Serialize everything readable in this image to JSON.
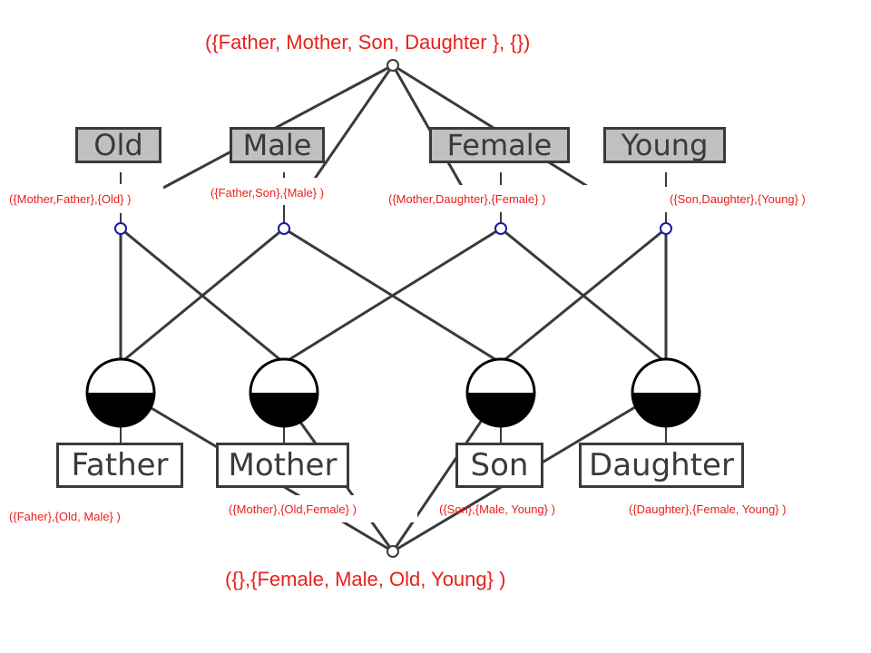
{
  "top_concept": {
    "label": "({Father, Mother, Son, Daughter },  {})"
  },
  "bottom_concept": {
    "label": "({},{Female, Male, Old, Young} )"
  },
  "attributes": [
    {
      "name": "Old",
      "extent_label": "({Mother,Father},{Old} )"
    },
    {
      "name": "Male",
      "extent_label": "({Father,Son},{Male} )"
    },
    {
      "name": "Female",
      "extent_label": "({Mother,Daughter},{Female} )"
    },
    {
      "name": "Young",
      "extent_label": "({Son,Daughter},{Young} )"
    }
  ],
  "objects": [
    {
      "name": "Father",
      "intent_label": "({Faher},{Old, Male} )"
    },
    {
      "name": "Mother",
      "intent_label": "({Mother},{Old,Female} )"
    },
    {
      "name": "Son",
      "intent_label": "({Son},{Male, Young} )"
    },
    {
      "name": "Daughter",
      "intent_label": "({Daughter},{Female, Young} )"
    }
  ],
  "colors": {
    "label": "#e8201c",
    "line": "#3a3a3a",
    "node_fill": "#000000",
    "attr_node": "#1a1aa0"
  }
}
